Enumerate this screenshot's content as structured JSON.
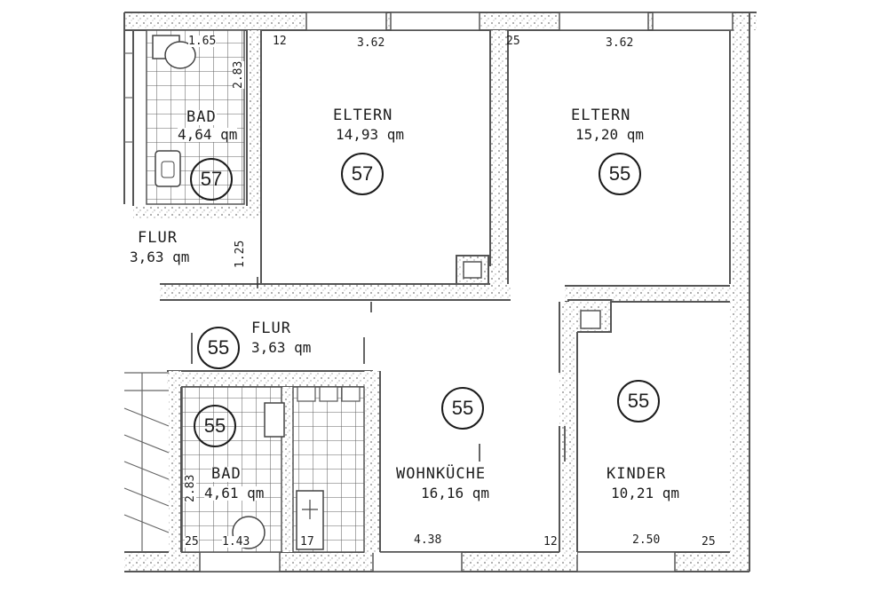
{
  "rooms": [
    {
      "name": "ELTERN",
      "area": "14,93 qm",
      "mark": "57"
    },
    {
      "name": "ELTERN",
      "area": "15,20 qm",
      "mark": "55"
    },
    {
      "name": "BAD",
      "area": "4,64 qm",
      "mark": "57"
    },
    {
      "name": "FLUR",
      "area": "3,63 qm"
    },
    {
      "name": "FLUR",
      "area": "3,63 qm",
      "mark": "55"
    },
    {
      "name": "WOHNKÜCHE",
      "area": "16,16 qm",
      "mark": "55"
    },
    {
      "name": "KINDER",
      "area": "10,21 qm",
      "mark": "55"
    },
    {
      "name": "BAD",
      "area": "4,61 qm",
      "mark": "55"
    }
  ],
  "dimensions": {
    "top_left_bath_width": "1.65",
    "top_wall_a": "12",
    "eltern1_width": "3.62",
    "top_wall_b": "25",
    "eltern2_width": "3.62",
    "bath_height": "2.83",
    "flur_height": "1.25",
    "lower_bath_height": "2.83",
    "bottom_wall_a": "25",
    "lower_bath_width": "1.43",
    "bottom_wall_b": "17",
    "kitchen_width": "4.38",
    "bottom_wall_c": "12",
    "kinder_width": "2.50",
    "bottom_wall_d": "25"
  }
}
